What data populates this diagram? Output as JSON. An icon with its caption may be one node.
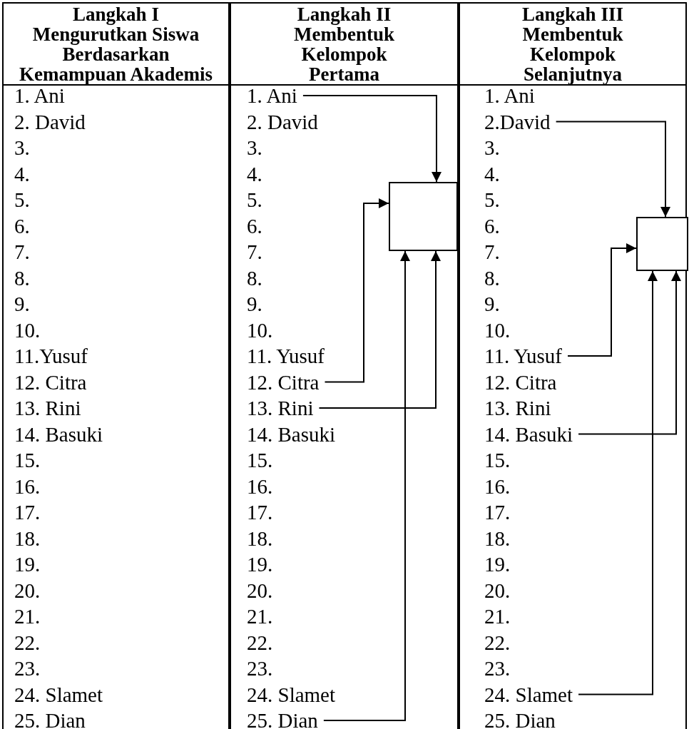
{
  "diagram": {
    "nodes": [
      {
        "text": [
          "Langkah I",
          "Mengurutkan Siswa Berdasarkan Kemampuan Akademis"
        ]
      },
      {
        "text": [
          "Langkah II",
          "Membentuk Kelompok Pertama"
        ]
      },
      {
        "text": [
          "Langkah III",
          "Membentuk Kelompok Selanjutnya"
        ]
      },
      {
        "text": [
          "1. Ani"
        ],
        "in": 0
      },
      {
        "text": [
          "2. David"
        ],
        "in": 0
      },
      {
        "text": [
          "3."
        ],
        "in": 0
      },
      {
        "text": [
          "4."
        ],
        "in": 0
      },
      {
        "text": [
          "5."
        ],
        "in": 0
      },
      {
        "text": [
          "6."
        ],
        "in": 0
      },
      {
        "text": [
          "7."
        ],
        "in": 0
      },
      {
        "text": [
          "8."
        ],
        "in": 0
      },
      {
        "text": [
          "9."
        ],
        "in": 0
      },
      {
        "text": [
          "10."
        ],
        "in": 0
      },
      {
        "text": [
          "11.Yusuf"
        ],
        "in": 0
      },
      {
        "text": [
          "12. Citra"
        ],
        "in": 0
      },
      {
        "text": [
          "13. Rini"
        ],
        "in": 0
      },
      {
        "text": [
          "14. Basuki"
        ],
        "in": 0
      },
      {
        "text": [
          "15."
        ],
        "in": 0
      },
      {
        "text": [
          "16."
        ],
        "in": 0
      },
      {
        "text": [
          "17."
        ],
        "in": 0
      },
      {
        "text": [
          "18."
        ],
        "in": 0
      },
      {
        "text": [
          "19."
        ],
        "in": 0
      },
      {
        "text": [
          "20."
        ],
        "in": 0
      },
      {
        "text": [
          "21."
        ],
        "in": 0
      },
      {
        "text": [
          "22."
        ],
        "in": 0
      },
      {
        "text": [
          "23."
        ],
        "in": 0
      },
      {
        "text": [
          "24. Slamet"
        ],
        "in": 0
      },
      {
        "text": [
          "25. Dian"
        ],
        "in": 0
      },
      {
        "text": [
          "1. Ani"
        ],
        "in": 1
      },
      {
        "text": [
          "2. David"
        ],
        "in": 1
      },
      {
        "text": [
          "3."
        ],
        "in": 1
      },
      {
        "text": [
          "4."
        ],
        "in": 1
      },
      {
        "text": [
          "5."
        ],
        "in": 1
      },
      {
        "text": [
          "6."
        ],
        "in": 1
      },
      {
        "text": [
          "7."
        ],
        "in": 1
      },
      {
        "text": [
          "8."
        ],
        "in": 1
      },
      {
        "text": [
          "9."
        ],
        "in": 1
      },
      {
        "text": [
          "10."
        ],
        "in": 1
      },
      {
        "text": [
          "11. Yusuf"
        ],
        "in": 1
      },
      {
        "text": [
          "12. Citra"
        ],
        "in": 1
      },
      {
        "text": [
          "13. Rini"
        ],
        "in": 1
      },
      {
        "text": [
          "14. Basuki"
        ],
        "in": 1
      },
      {
        "text": [
          "15."
        ],
        "in": 1
      },
      {
        "text": [
          "16."
        ],
        "in": 1
      },
      {
        "text": [
          "17."
        ],
        "in": 1
      },
      {
        "text": [
          "18."
        ],
        "in": 1
      },
      {
        "text": [
          "19."
        ],
        "in": 1
      },
      {
        "text": [
          "20."
        ],
        "in": 1
      },
      {
        "text": [
          "21."
        ],
        "in": 1
      },
      {
        "text": [
          "22."
        ],
        "in": 1
      },
      {
        "text": [
          "23."
        ],
        "in": 1
      },
      {
        "text": [
          "24. Slamet"
        ],
        "in": 1
      },
      {
        "text": [
          "25. Dian"
        ],
        "in": 1
      },
      {
        "text": [],
        "shape": "box",
        "in": 1
      },
      {
        "text": [
          "1. Ani"
        ],
        "in": 2
      },
      {
        "text": [
          "2.David"
        ],
        "in": 2
      },
      {
        "text": [
          "3."
        ],
        "in": 2
      },
      {
        "text": [
          "4."
        ],
        "in": 2
      },
      {
        "text": [
          "5."
        ],
        "in": 2
      },
      {
        "text": [
          "6."
        ],
        "in": 2
      },
      {
        "text": [
          "7."
        ],
        "in": 2
      },
      {
        "text": [
          "8."
        ],
        "in": 2
      },
      {
        "text": [
          "9."
        ],
        "in": 2
      },
      {
        "text": [
          "10."
        ],
        "in": 2
      },
      {
        "text": [
          "11. Yusuf"
        ],
        "in": 2
      },
      {
        "text": [
          "12. Citra"
        ],
        "in": 2
      },
      {
        "text": [
          "13. Rini"
        ],
        "in": 2
      },
      {
        "text": [
          "14. Basuki"
        ],
        "in": 2
      },
      {
        "text": [
          "15."
        ],
        "in": 2
      },
      {
        "text": [
          "16."
        ],
        "in": 2
      },
      {
        "text": [
          "17."
        ],
        "in": 2
      },
      {
        "text": [
          "18."
        ],
        "in": 2
      },
      {
        "text": [
          "19."
        ],
        "in": 2
      },
      {
        "text": [
          "20."
        ],
        "in": 2
      },
      {
        "text": [
          "21."
        ],
        "in": 2
      },
      {
        "text": [
          "22."
        ],
        "in": 2
      },
      {
        "text": [
          "23."
        ],
        "in": 2
      },
      {
        "text": [
          "24. Slamet"
        ],
        "in": 2
      },
      {
        "text": [
          "25. Dian"
        ],
        "in": 2
      },
      {
        "text": [],
        "shape": "box",
        "in": 2
      }
    ],
    "edges": [
      {
        "from": 28,
        "to": 53,
        "arrow": "to"
      },
      {
        "from": 39,
        "to": 53,
        "arrow": "to"
      },
      {
        "from": 40,
        "to": 53,
        "arrow": "to"
      },
      {
        "from": 52,
        "to": 53,
        "arrow": "to"
      },
      {
        "from": 55,
        "to": 79,
        "arrow": "to"
      },
      {
        "from": 64,
        "to": 79,
        "arrow": "to"
      },
      {
        "from": 67,
        "to": 79,
        "arrow": "to"
      },
      {
        "from": 77,
        "to": 79,
        "arrow": "to"
      }
    ]
  }
}
